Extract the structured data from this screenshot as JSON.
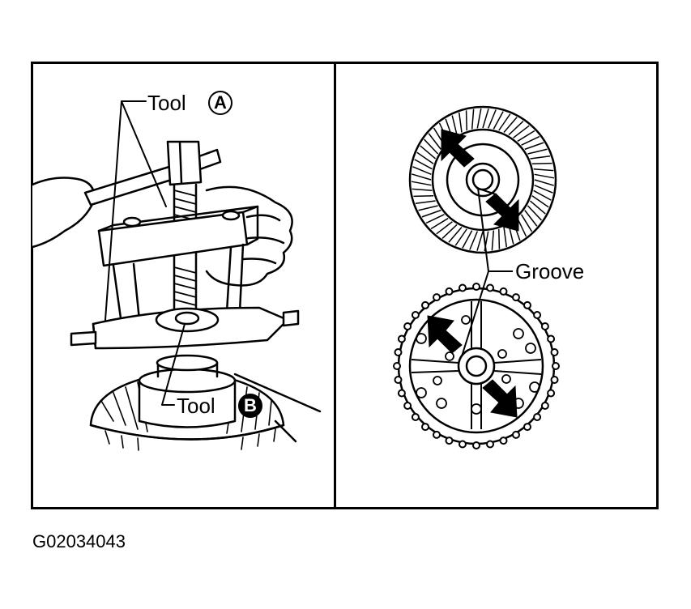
{
  "figure_code": "G02034043",
  "left_panel": {
    "tool_a_label": "Tool",
    "tool_a_letter": "A",
    "tool_b_label": "Tool",
    "tool_b_letter": "B"
  },
  "right_panel": {
    "groove_label": "Groove"
  }
}
